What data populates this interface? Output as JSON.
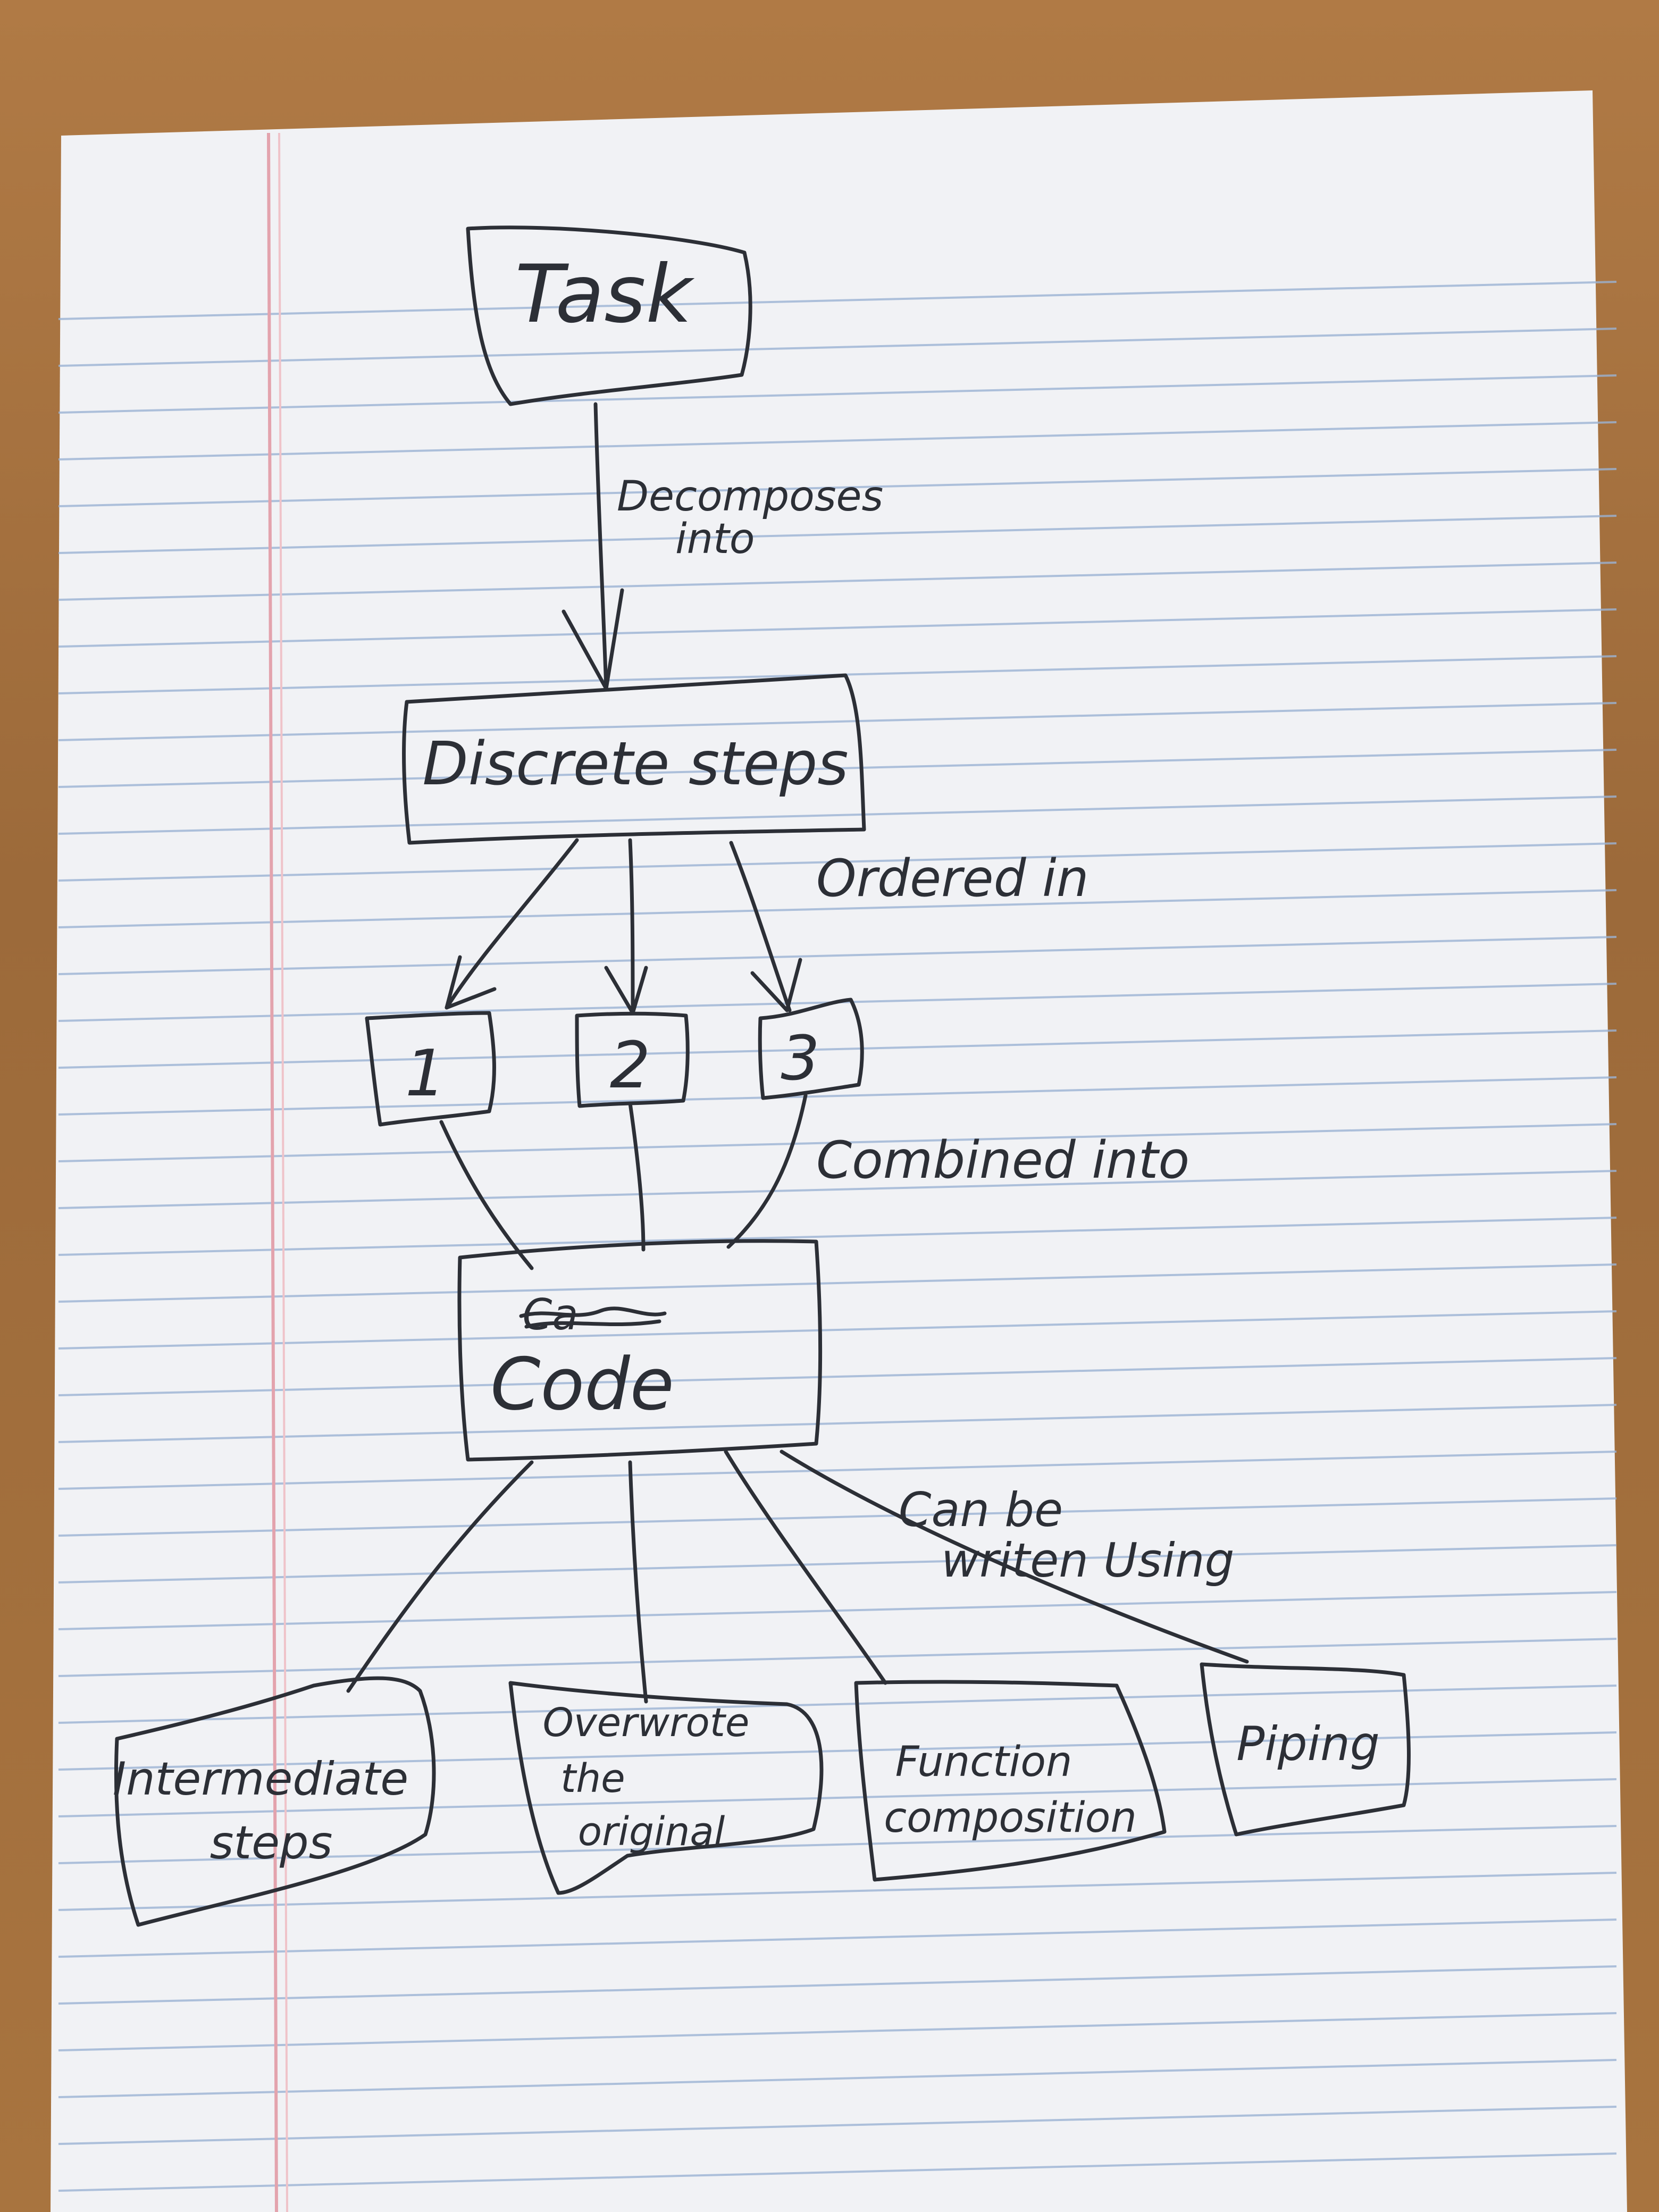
{
  "diagram": {
    "nodes": {
      "task": "Task",
      "discrete_steps": "Discrete steps",
      "step_1": "1",
      "step_2": "2",
      "step_3": "3",
      "code_struck": "Ca",
      "code": "Code",
      "intermediate_line1": "Intermediate",
      "intermediate_line2": "steps",
      "overwrite_line1": "Overwrote",
      "overwrite_line2": "the",
      "overwrite_line3": "original",
      "function_line1": "Function",
      "function_line2": "composition",
      "piping": "Piping"
    },
    "edge_labels": {
      "decomposes_line1": "Decomposes",
      "decomposes_line2": "into",
      "ordered": "Ordered in",
      "combined": "Combined into",
      "can_be_line1": "Can be",
      "can_be_line2": "writen Using"
    },
    "colors": {
      "paper": "#f1f2f5",
      "rule_line": "#9bb3d4",
      "margin_line": "#e3a3ad",
      "ink": "#2c2f36",
      "table": "#a8743f"
    }
  }
}
